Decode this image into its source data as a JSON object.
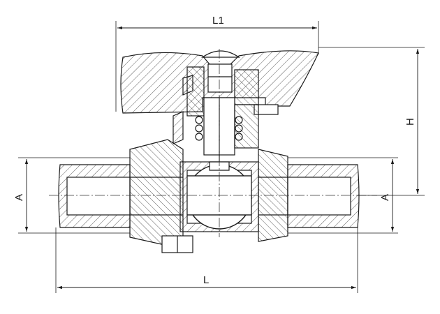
{
  "drawing": {
    "dimensions": {
      "L1": "L1",
      "L": "L",
      "H": "H",
      "A_left": "A",
      "A_right": "A"
    }
  }
}
